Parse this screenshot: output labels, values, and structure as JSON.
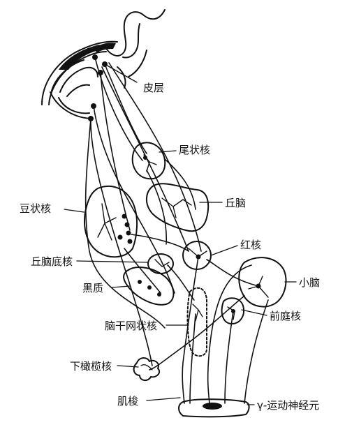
{
  "labels": {
    "cortex": "皮层",
    "caudate": "尾状核",
    "thalamus": "丘脑",
    "putamen": "豆状核",
    "red_nucleus": "红核",
    "subthalamic": "丘脑底核",
    "cerebellum": "小脑",
    "substantia_nigra": "黑质",
    "vestibular": "前庭核",
    "reticular": "脑干网状核",
    "olive": "下橄榄核",
    "spindle": "肌梭",
    "gamma_motor": "γ-运动神经元"
  },
  "colors": {
    "ink": "#111111",
    "background": "#ffffff"
  }
}
